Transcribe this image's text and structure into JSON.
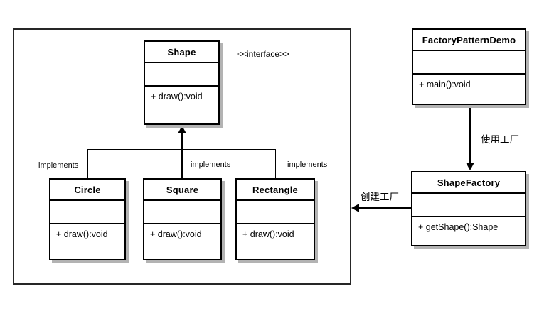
{
  "diagram": {
    "stereotype_label": "<<interface>>",
    "relations": {
      "implements_left": "implements",
      "implements_middle": "implements",
      "implements_right": "implements",
      "uses_factory": "使用工厂",
      "creates_factory": "创建工厂"
    },
    "classes": {
      "shape": {
        "name": "Shape",
        "method": "+ draw():void"
      },
      "circle": {
        "name": "Circle",
        "method": "+ draw():void"
      },
      "square": {
        "name": "Square",
        "method": "+ draw():void"
      },
      "rectangle": {
        "name": "Rectangle",
        "method": "+ draw():void"
      },
      "factory_pattern_demo": {
        "name": "FactoryPatternDemo",
        "method": "+ main():void"
      },
      "shape_factory": {
        "name": "ShapeFactory",
        "method": "+ getShape():Shape"
      }
    },
    "colors": {
      "line": "#000000",
      "outer_border": "#262626",
      "shadow": "#b3b3b3",
      "background": "#ffffff"
    }
  }
}
